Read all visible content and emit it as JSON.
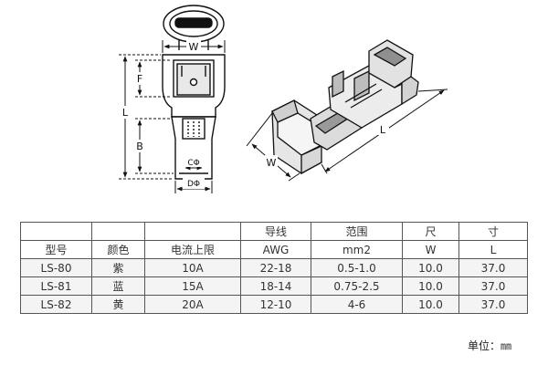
{
  "diagram_labels": {
    "w_top": "W",
    "f": "F",
    "l_left": "L",
    "b": "B",
    "c_dia": "CΦ",
    "d_dia": "DΦ",
    "l_right": "L",
    "w_right": "W"
  },
  "table": {
    "header1": [
      "",
      "",
      "",
      "导线",
      "范围",
      "尺",
      "寸"
    ],
    "header2": [
      "型号",
      "颜色",
      "电流上限",
      "AWG",
      "mm2",
      "W",
      "L"
    ],
    "rows": [
      [
        "LS-80",
        "紫",
        "10A",
        "22-18",
        "0.5-1.0",
        "10.0",
        "37.0"
      ],
      [
        "LS-81",
        "蓝",
        "15A",
        "18-14",
        "0.75-2.5",
        "10.0",
        "37.0"
      ],
      [
        "LS-82",
        "黄",
        "20A",
        "12-10",
        "4-6",
        "10.0",
        "37.0"
      ]
    ]
  },
  "unit_note": "单位：㎜"
}
